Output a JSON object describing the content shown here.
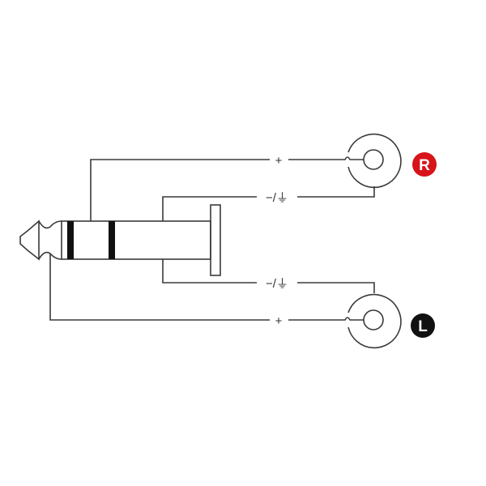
{
  "diagram": {
    "plug": {
      "type": "stereo-jack-plug"
    },
    "channels": [
      {
        "badge": "R",
        "badge_color": "#d7141a",
        "hot_label": "+",
        "ground_label": "−/⏚"
      },
      {
        "badge": "L",
        "badge_color": "#111111",
        "hot_label": "+",
        "ground_label": "−/⏚"
      }
    ],
    "wire_color": "#3a3a3a"
  }
}
